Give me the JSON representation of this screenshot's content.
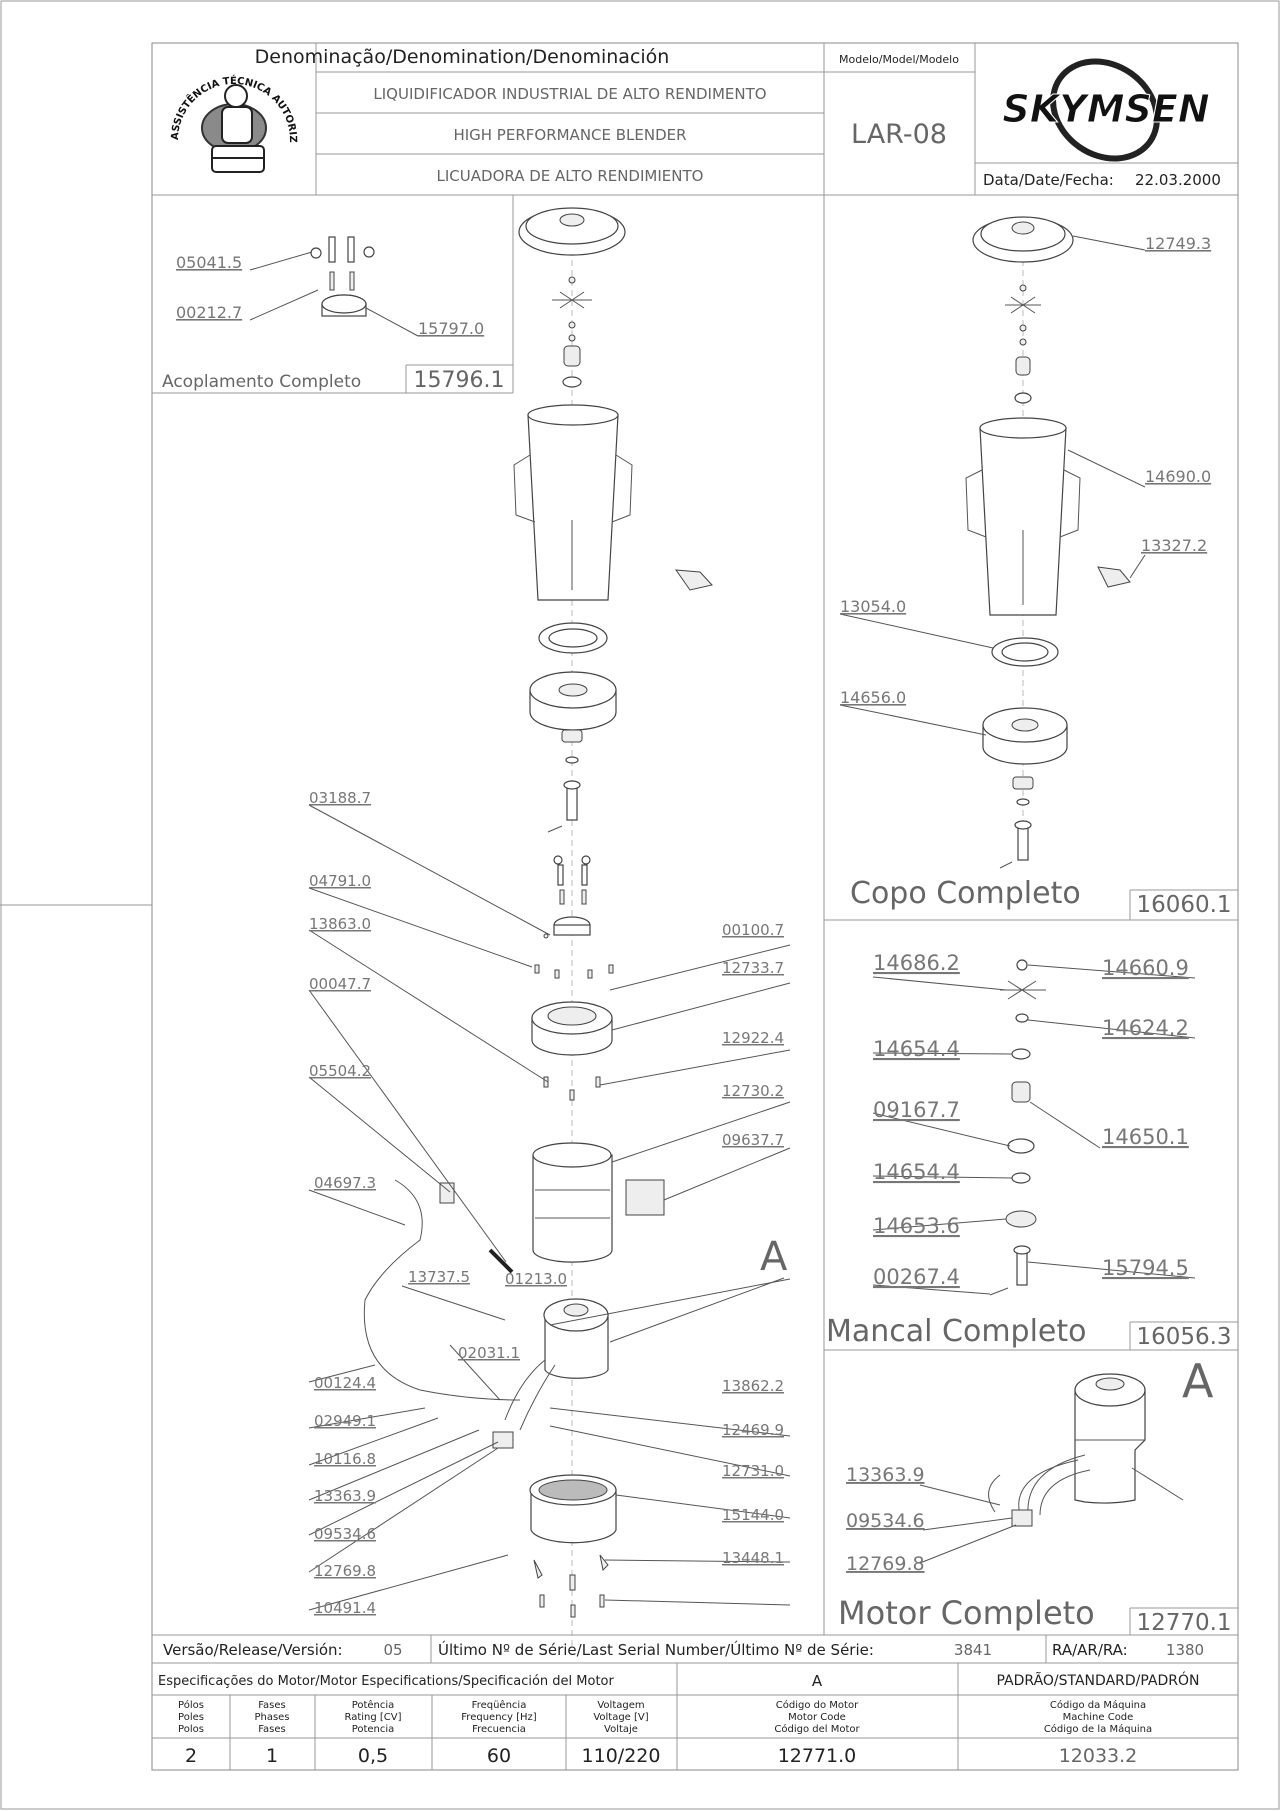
{
  "header": {
    "denomination_title": "Denominação/Denomination/Denominación",
    "model_title": "Modelo/Model/Modelo",
    "name_pt": "LIQUIDIFICADOR INDUSTRIAL DE ALTO RENDIMENTO",
    "name_en": "HIGH PERFORMANCE BLENDER",
    "name_es": "LICUADORA DE ALTO RENDIMIENTO",
    "model": "LAR-08",
    "brand": "SKYMSEN",
    "date_label": "Data/Date/Fecha:",
    "date": "22.03.2000",
    "seal_text": "ASSISTÊNCIA TÉCNICA AUTORIZADA"
  },
  "assemblies": {
    "coupling": {
      "title": "Acoplamento Completo",
      "code": "15796.1"
    },
    "cup": {
      "title": "Copo Completo",
      "code": "16060.1"
    },
    "bearing": {
      "title": "Mancal Completo",
      "code": "16056.3"
    },
    "motor": {
      "title": "Motor Completo",
      "code": "12770.1"
    },
    "detail_marker": "A"
  },
  "labels": {
    "coupling": [
      "05041.5",
      "00212.7",
      "15797.0"
    ],
    "cup": [
      "12749.3",
      "14690.0",
      "13327.2",
      "13054.0",
      "14656.0"
    ],
    "bearing": [
      "14686.2",
      "14660.9",
      "14624.2",
      "14654.4",
      "09167.7",
      "14650.1",
      "14654.4",
      "14653.6",
      "00267.4",
      "15794.5"
    ],
    "motor": [
      "13363.9",
      "09534.6",
      "12769.8"
    ],
    "main_left": [
      "03188.7",
      "04791.0",
      "13863.0",
      "00047.7",
      "05504.2",
      "04697.3",
      "13737.5",
      "01213.0",
      "02031.1",
      "00124.4",
      "02949.1",
      "10116.8",
      "13363.9",
      "09534.6",
      "12769.8",
      "10491.4"
    ],
    "main_right": [
      "00100.7",
      "12733.7",
      "12922.4",
      "12730.2",
      "09637.7",
      "13862.2",
      "12469.9",
      "12731.0",
      "15144.0",
      "13448.1"
    ]
  },
  "footer": {
    "version_label": "Versão/Release/Versión:",
    "version": "05",
    "serial_label": "Último Nº de Série/Last Serial Number/Último Nº de Série:",
    "serial": "3841",
    "ra_label": "RA/AR/RA:",
    "ra": "1380",
    "motor_spec_title": "Especificações do Motor/Motor Especifications/Specificación del Motor",
    "motor_ref": "A",
    "standard": "PADRÃO/STANDARD/PADRÓN",
    "col_poles": [
      "Pólos",
      "Poles",
      "Polos"
    ],
    "col_phases": [
      "Fases",
      "Phases",
      "Fases"
    ],
    "col_power": [
      "Potência",
      "Rating [CV]",
      "Potencia"
    ],
    "col_freq": [
      "Freqüência",
      "Frequency [Hz]",
      "Frecuencia"
    ],
    "col_voltage": [
      "Voltagem",
      "Voltage [V]",
      "Voltaje"
    ],
    "col_motor_code": [
      "Código do Motor",
      "Motor Code",
      "Código del Motor"
    ],
    "col_machine_code": [
      "Código da Máquina",
      "Machine Code",
      "Código de la Máquina"
    ],
    "poles": "2",
    "phases": "1",
    "power": "0,5",
    "freq": "60",
    "voltage": "110/220",
    "motor_code": "12771.0",
    "machine_code": "12033.2"
  }
}
